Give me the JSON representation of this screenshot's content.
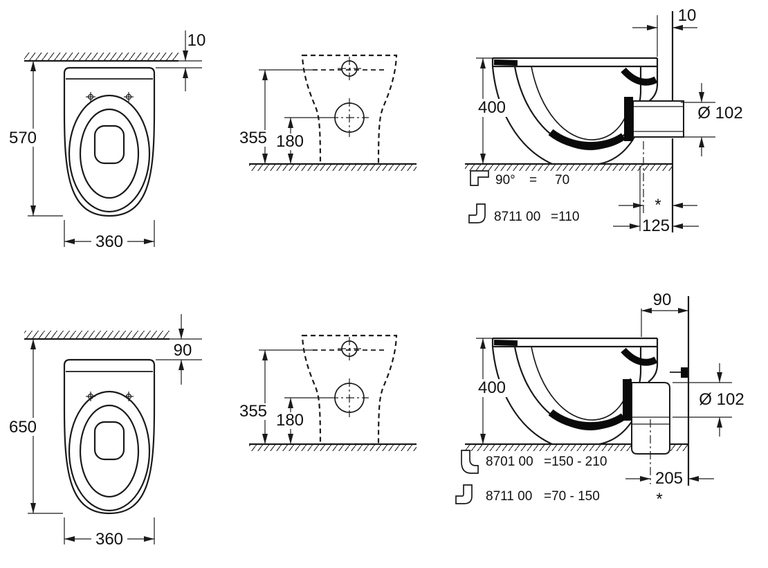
{
  "drawing": {
    "top_row": {
      "plan": {
        "depth": "570",
        "width": "360",
        "wall_gap": "10"
      },
      "front": {
        "height": "355",
        "outlet_height": "180"
      },
      "side": {
        "rim_height": "400",
        "wall_gap": "10",
        "outlet_diameter": "Ø 102",
        "variable_marker": "*",
        "wall_distance": "125",
        "note_angle": {
          "label": "90°",
          "eq": "=",
          "value": "70"
        },
        "note_code": {
          "label": "8711 00",
          "value": "=110"
        }
      }
    },
    "bottom_row": {
      "plan": {
        "depth": "650",
        "width": "360",
        "wall_gap": "90"
      },
      "front": {
        "height": "355",
        "outlet_height": "180"
      },
      "side": {
        "rim_height": "400",
        "wall_gap": "90",
        "outlet_diameter": "Ø 102",
        "variable_marker": "*",
        "wall_distance": "205",
        "note_code_1": {
          "label": "8701 00",
          "value": "=150 - 210"
        },
        "note_code_2": {
          "label": "8711 00",
          "value": "=70 - 150"
        }
      }
    }
  }
}
